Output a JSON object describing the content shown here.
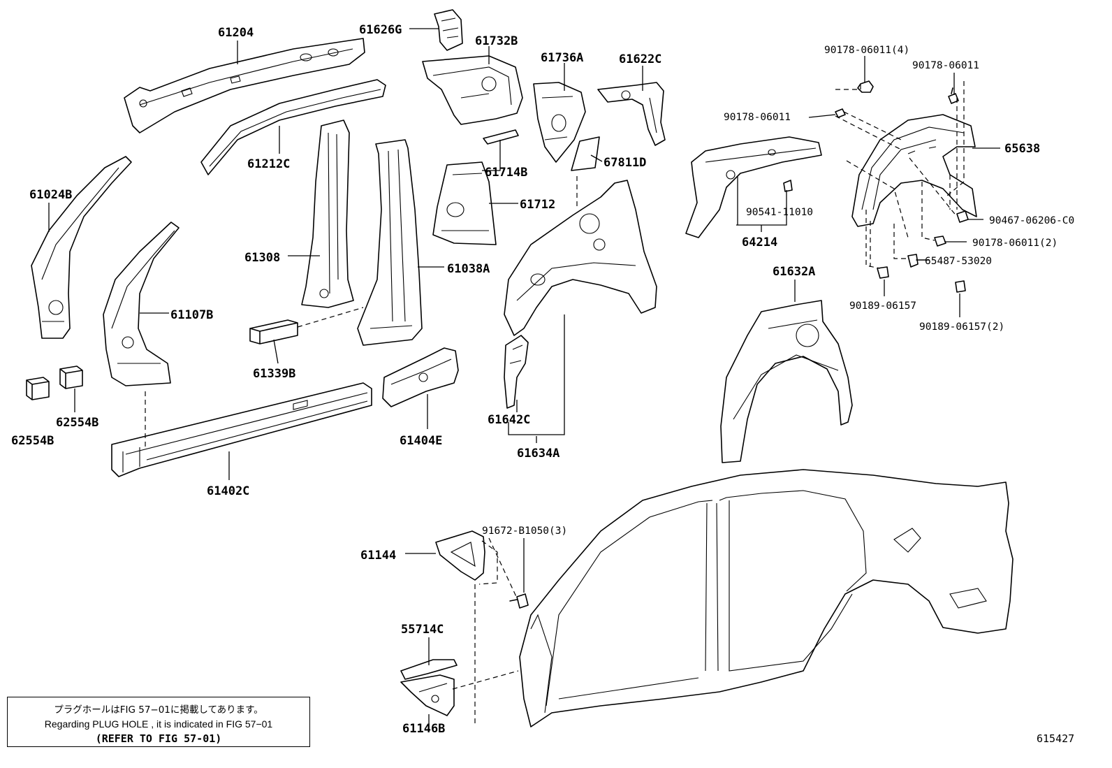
{
  "parts": {
    "p61204": "61204",
    "p61626g": "61626G",
    "p61732b": "61732B",
    "p61736a": "61736A",
    "p61622c": "61622C",
    "p61212c": "61212C",
    "p61024b": "61024B",
    "p61714b": "61714B",
    "p67811d": "67811D",
    "p61712": "61712",
    "p61308": "61308",
    "p61038a": "61038A",
    "p61107b": "61107B",
    "p61339b": "61339B",
    "p62554b_a": "62554B",
    "p62554b_b": "62554B",
    "p61404e": "61404E",
    "p61402c": "61402C",
    "p61642c": "61642C",
    "p61634a": "61634A",
    "p64214": "64214",
    "p61632a": "61632A",
    "p65638": "65638",
    "p61144": "61144",
    "p55714c": "55714C",
    "p61146b": "61146B"
  },
  "fasteners": {
    "f90178_06011_4": "90178-06011(4)",
    "f90178_06011_a": "90178-06011",
    "f90178_06011_b": "90178-06011",
    "f90541_11010": "90541-11010",
    "f90467_06206": "90467-06206-C0",
    "f90178_06011_2": "90178-06011(2)",
    "f65487_53020": "65487-53020",
    "f90189_06157": "90189-06157",
    "f90189_06157_2": "90189-06157(2)",
    "f91672_b1050_3": "91672-B1050(3)"
  },
  "note": {
    "line_jp": "プラグホールはFIG 57−01に掲載してあります。",
    "line_en": "Regarding PLUG HOLE , it is indicated in FIG 57−01",
    "line_ref": "(REFER TO FIG 57-01)"
  },
  "figure_ref": "615427"
}
